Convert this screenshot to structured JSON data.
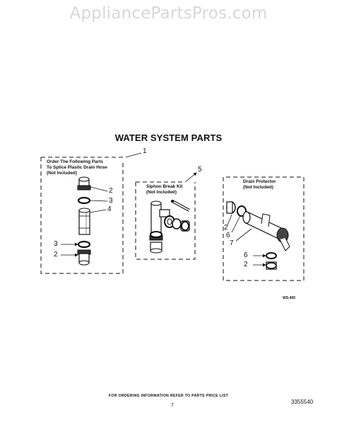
{
  "watermark": "AppliancePartsPros.com",
  "title": "WATER SYSTEM PARTS",
  "groups": [
    {
      "label_lines": [
        "Order The Following Parts",
        "To Splice Plastic Drain Hose",
        "(Not Included)"
      ]
    },
    {
      "label_lines": [
        "Siphon Break Kit",
        "(Not Included)"
      ]
    },
    {
      "label_lines": [
        "Drain Protector",
        "(Not Included)"
      ]
    }
  ],
  "callouts": {
    "g1_box": "1",
    "g1_a": "2",
    "g1_b": "3",
    "g1_c": "4",
    "g1_d": "3",
    "g1_e": "2",
    "g2_box": "5",
    "g3_a": "2",
    "g3_b": "6",
    "g3_c": "7",
    "g3_d": "6",
    "g3_e": "2"
  },
  "diagram_code": "WS-400",
  "footer_note": "FOR ORDERING INFORMATION REFER TO PARTS PRICE LIST",
  "page_number": "7",
  "part_code": "3355540"
}
